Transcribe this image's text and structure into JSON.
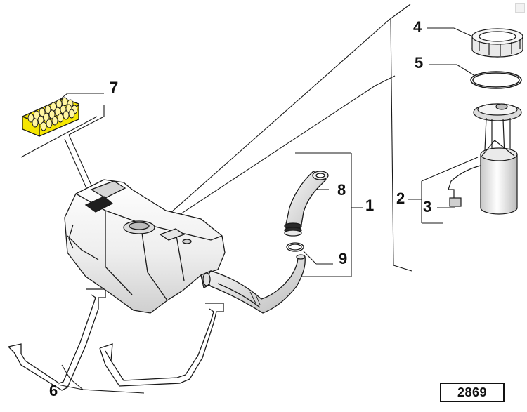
{
  "callouts": {
    "c1": "1",
    "c2": "2",
    "c3": "3",
    "c4": "4",
    "c5": "5",
    "c6": "6",
    "c7": "7",
    "c8": "8",
    "c9": "9"
  },
  "figure_number": "2869",
  "colors": {
    "highlight": "#f5e600",
    "line": "#1a1a1a",
    "close_icon": "#e0301e"
  },
  "icons": {
    "close": "close-icon"
  }
}
